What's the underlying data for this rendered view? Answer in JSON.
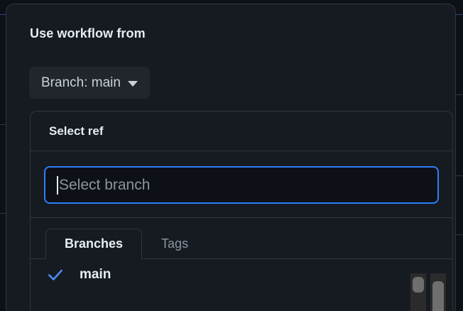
{
  "dialog": {
    "title": "Use workflow from",
    "branch_button": {
      "label": "Branch: main",
      "caret_icon": "chevron-down-icon"
    }
  },
  "ref_panel": {
    "header_title": "Select ref",
    "search": {
      "placeholder": "Select branch",
      "value": ""
    },
    "tabs": [
      {
        "label": "Branches",
        "active": true
      },
      {
        "label": "Tags",
        "active": false
      }
    ],
    "items": [
      {
        "label": "main",
        "selected": true,
        "check_icon": "check-icon"
      }
    ]
  },
  "colors": {
    "accent_blue": "#2f7ef6",
    "check_blue": "#4c8bf5",
    "surface": "#161b22",
    "page_background": "#0d1117",
    "border": "#30363d",
    "text_primary": "#e6edf3",
    "text_muted": "#8b949e",
    "button_background": "#21262d",
    "scrollbar_track": "#2b2b2b",
    "scrollbar_thumb": "#6e6e6e"
  }
}
